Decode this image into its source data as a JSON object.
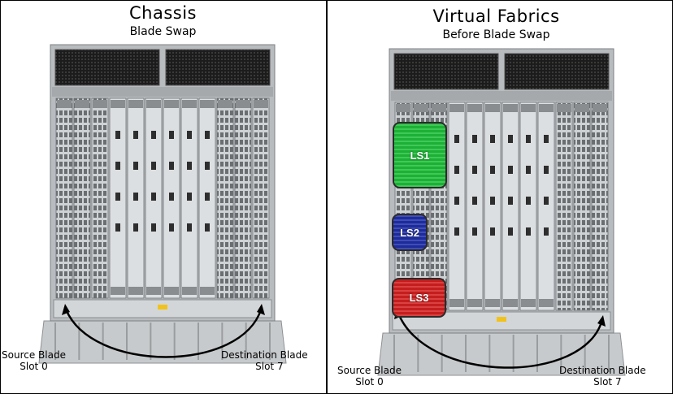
{
  "left_panel": {
    "title": "Chassis",
    "subtitle": "Blade Swap",
    "source_label_line1": "Source Blade",
    "source_label_line2": "Slot 0",
    "dest_label_line1": "Destination Blade",
    "dest_label_line2": "Slot 7"
  },
  "right_panel": {
    "title": "Virtual Fabrics",
    "subtitle": "Before Blade Swap",
    "source_label_line1": "Source Blade",
    "source_label_line2": "Slot 0",
    "dest_label_line1": "Destination Blade",
    "dest_label_line2": "Slot 7",
    "logical_switches": [
      {
        "label": "LS1",
        "color": "#1fbf3a"
      },
      {
        "label": "LS2",
        "color": "#1f2fa8"
      },
      {
        "label": "LS3",
        "color": "#d42020"
      }
    ]
  },
  "colors": {
    "chassis_metal": "#b9bcbf",
    "vent_dark": "#1c1c1c",
    "arrow": "#000000"
  }
}
